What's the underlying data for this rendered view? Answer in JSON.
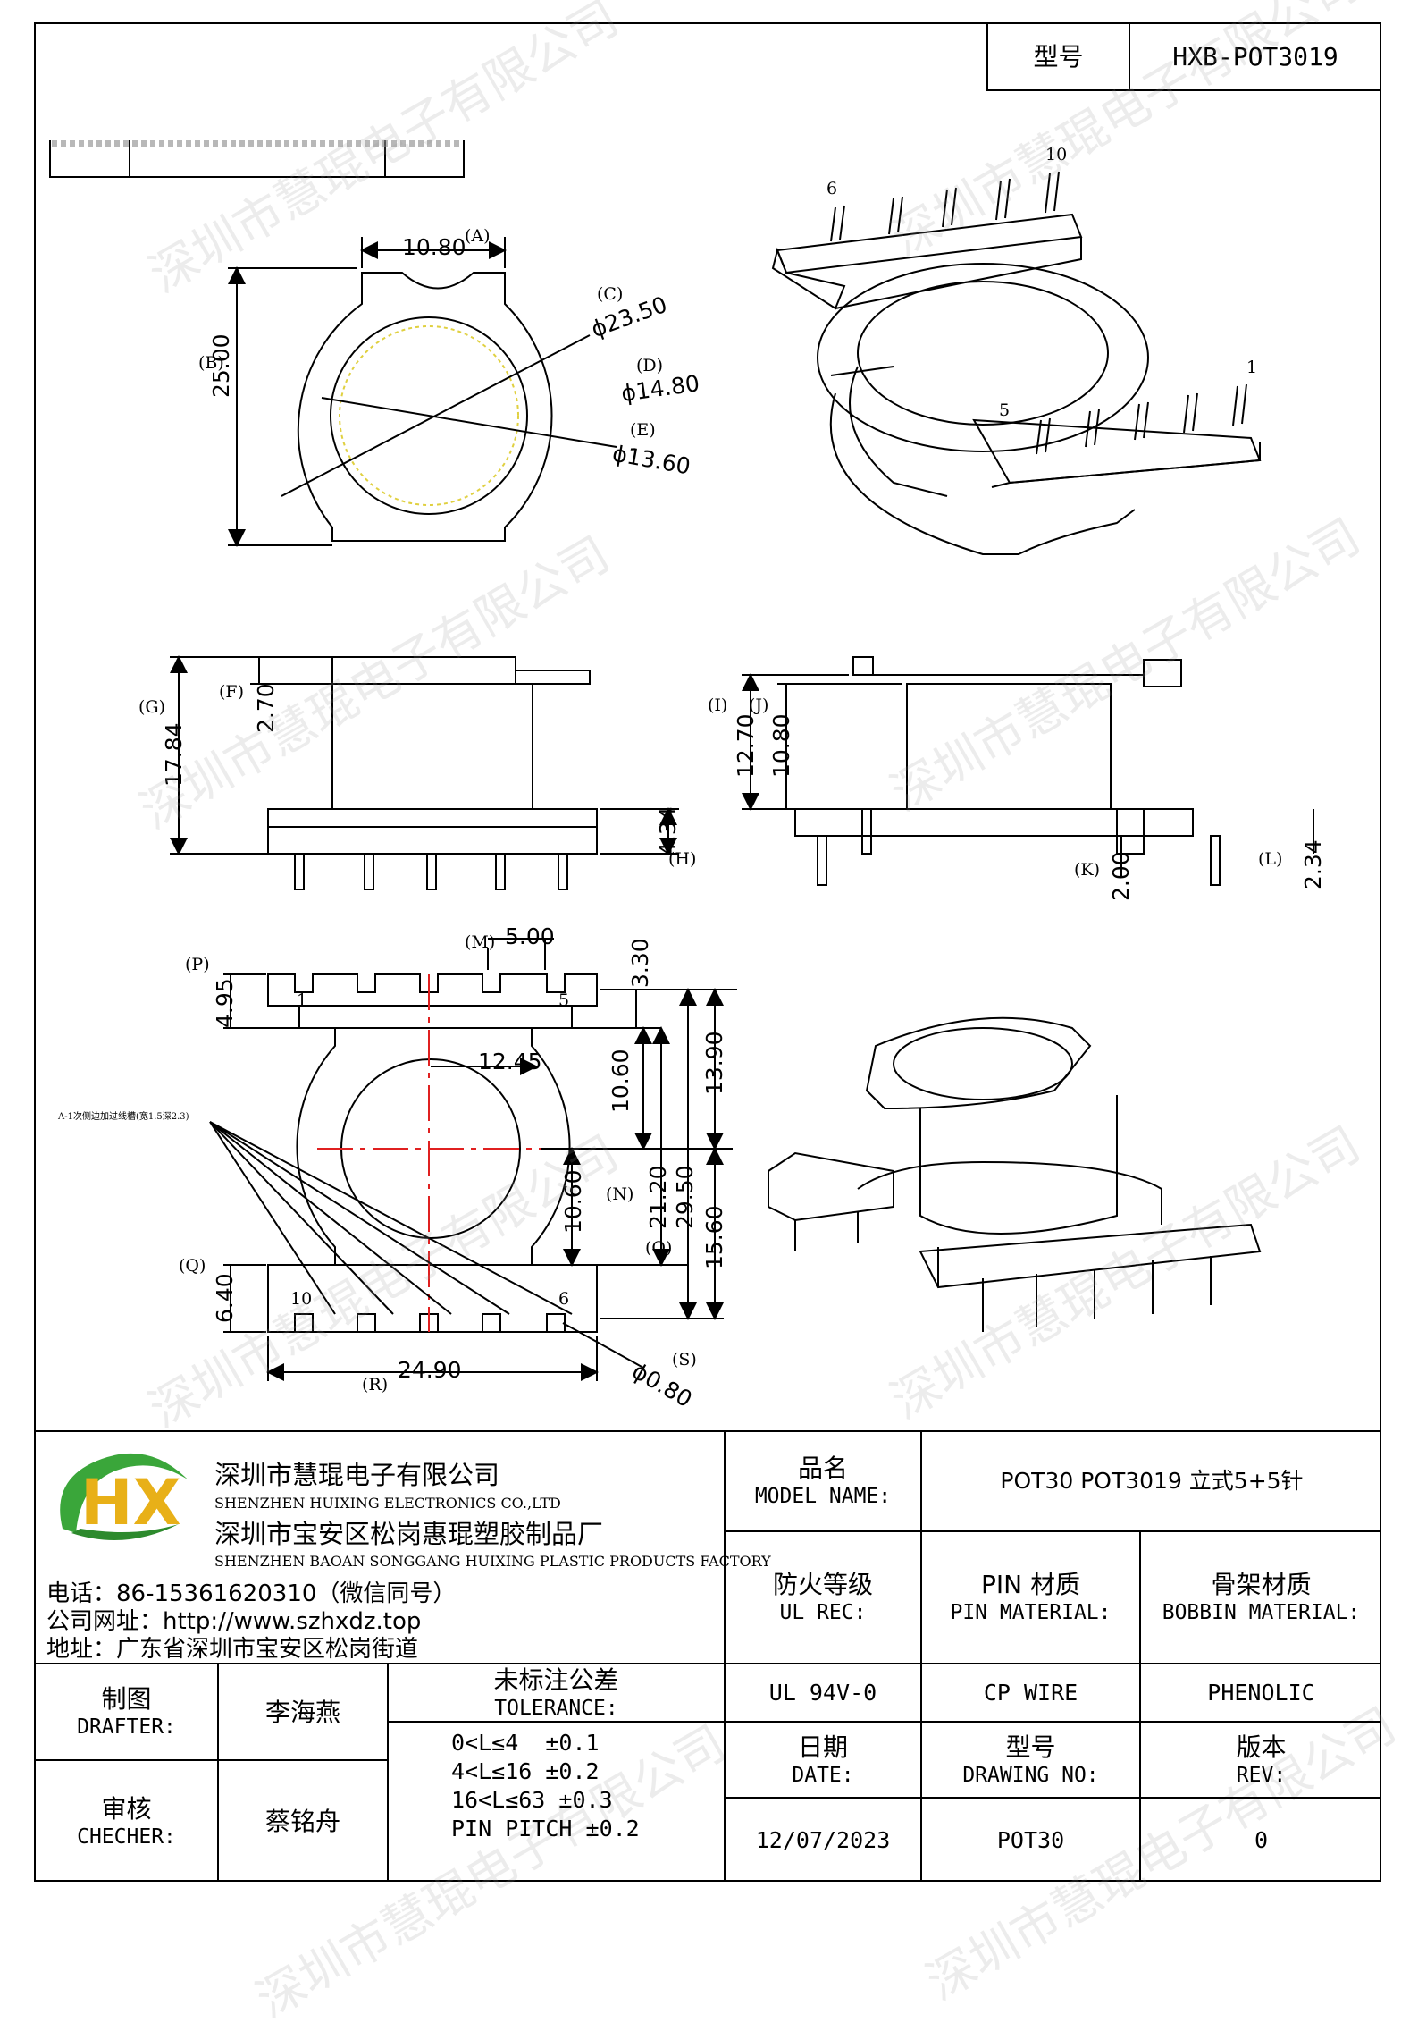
{
  "header": {
    "model_label": "型号",
    "model_value": "HXB-POT3019"
  },
  "watermark": "深圳市慧琨电子有限公司",
  "drawing": {
    "top_view": {
      "dims": {
        "a": "10.80",
        "a_lbl": "(A)",
        "b": "25.00",
        "b_lbl": "(B)",
        "c": "ϕ23.50",
        "c_lbl": "(C)",
        "d": "ϕ14.80",
        "d_lbl": "(D)",
        "e": "ϕ13.60",
        "e_lbl": "(E)"
      }
    },
    "iso_top": {
      "pin6": "6",
      "pin10": "10",
      "pin1": "1",
      "pin5": "5"
    },
    "front_view": {
      "dims": {
        "f": "2.70",
        "f_lbl": "(F)",
        "g": "17.84",
        "g_lbl": "(G)",
        "h": "4.34",
        "h_lbl": "(H)"
      }
    },
    "side_view": {
      "dims": {
        "i": "12.70",
        "i_lbl": "(I)",
        "j": "10.80",
        "j_lbl": "(J)",
        "k": "2.00",
        "k_lbl": "(K)",
        "l": "2.34",
        "l_lbl": "(L)"
      }
    },
    "bottom_view": {
      "dims": {
        "m": "5.00",
        "m_lbl": "(M)",
        "p": "4.95",
        "p_lbl": "(P)",
        "d330": "3.30",
        "d1245": "12.45",
        "d1060a": "10.60",
        "d1390": "13.90",
        "d1060b": "10.60",
        "n": "21.20",
        "n_lbl": "(N)",
        "o_lbl": "(O)",
        "d2950": "29.50",
        "d1560": "15.60",
        "q": "6.40",
        "q_lbl": "(Q)",
        "r": "24.90",
        "r_lbl": "(R)",
        "s": "ϕ0.80",
        "s_lbl": "(S)"
      },
      "pins": {
        "p1": "1",
        "p5": "5",
        "p10": "10",
        "p6": "6"
      },
      "note": "A-1次侧边加过线槽(宽1.5深2.3)"
    }
  },
  "title_block": {
    "company_cn": "深圳市慧琨电子有限公司",
    "company_en": "SHENZHEN HUIXING ELECTRONICS CO.,LTD",
    "factory_cn": "深圳市宝安区松岗惠琨塑胶制品厂",
    "factory_en": "SHENZHEN BAOAN SONGGANG HUIXING PLASTIC PRODUCTS FACTORY",
    "phone": "电话：86-15361620310（微信同号）",
    "website": "公司网址：http://www.szhxdz.top",
    "address": "地址：广东省深圳市宝安区松岗街道",
    "logo_letters": "HX",
    "model_name_cn": "品名",
    "model_name_en": "MODEL NAME:",
    "model_name_value": "POT30 POT3019 立式5+5针",
    "ul_cn": "防火等级",
    "ul_en": "UL REC:",
    "pin_cn": "PIN 材质",
    "pin_en": "PIN MATERIAL:",
    "bobbin_cn": "骨架材质",
    "bobbin_en": "BOBBIN MATERIAL:",
    "ul_value": "UL 94V-0",
    "pin_value": "CP WIRE",
    "bobbin_value": "PHENOLIC",
    "drafter_cn": "制图",
    "drafter_en": "DRAFTER:",
    "drafter_name": "李海燕",
    "checker_cn": "审核",
    "checker_en": "CHECHER:",
    "checker_name": "蔡铭舟",
    "tolerance_cn": "未标注公差",
    "tolerance_en": "TOLERANCE:",
    "tolerances": [
      "0<L≤4  ±0.1",
      "4<L≤16 ±0.2",
      "16<L≤63 ±0.3",
      "PIN PITCH ±0.2"
    ],
    "date_cn": "日期",
    "date_en": "DATE:",
    "drawing_no_cn": "型号",
    "drawing_no_en": "DRAWING NO:",
    "rev_cn": "版本",
    "rev_en": "REV:",
    "date_value": "12/07/2023",
    "drawing_no_value": "POT30",
    "rev_value": "0"
  }
}
